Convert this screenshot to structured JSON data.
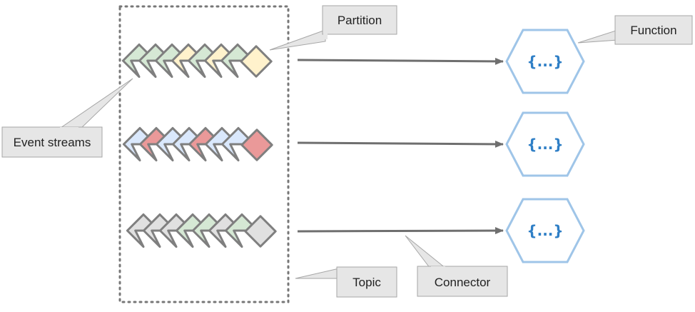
{
  "labels": {
    "partition": "Partition",
    "function": "Function",
    "event_streams": "Event streams",
    "topic": "Topic",
    "connector": "Connector"
  },
  "function_symbol": "{...}",
  "colors": {
    "green": "#d5e8d4",
    "yellow": "#fff2cc",
    "blue": "#dae8fc",
    "red": "#ea9999",
    "gray": "#e0e0e0",
    "event_border": "#7f7f7f",
    "hexagon_stroke": "#9fc5e8",
    "function_text": "#2f7fc6",
    "callout_fill": "#e6e6e6",
    "callout_stroke": "#a6a6a6",
    "arrow": "#6f6f6f",
    "topic_border": "#777777"
  },
  "streams": [
    {
      "events": [
        "green",
        "green",
        "green",
        "yellow",
        "green",
        "yellow",
        "green",
        "yellow"
      ]
    },
    {
      "events": [
        "blue",
        "red",
        "blue",
        "blue",
        "red",
        "blue",
        "blue",
        "red"
      ]
    },
    {
      "events": [
        "gray",
        "gray",
        "gray",
        "green",
        "green",
        "gray",
        "green",
        "gray"
      ]
    }
  ]
}
